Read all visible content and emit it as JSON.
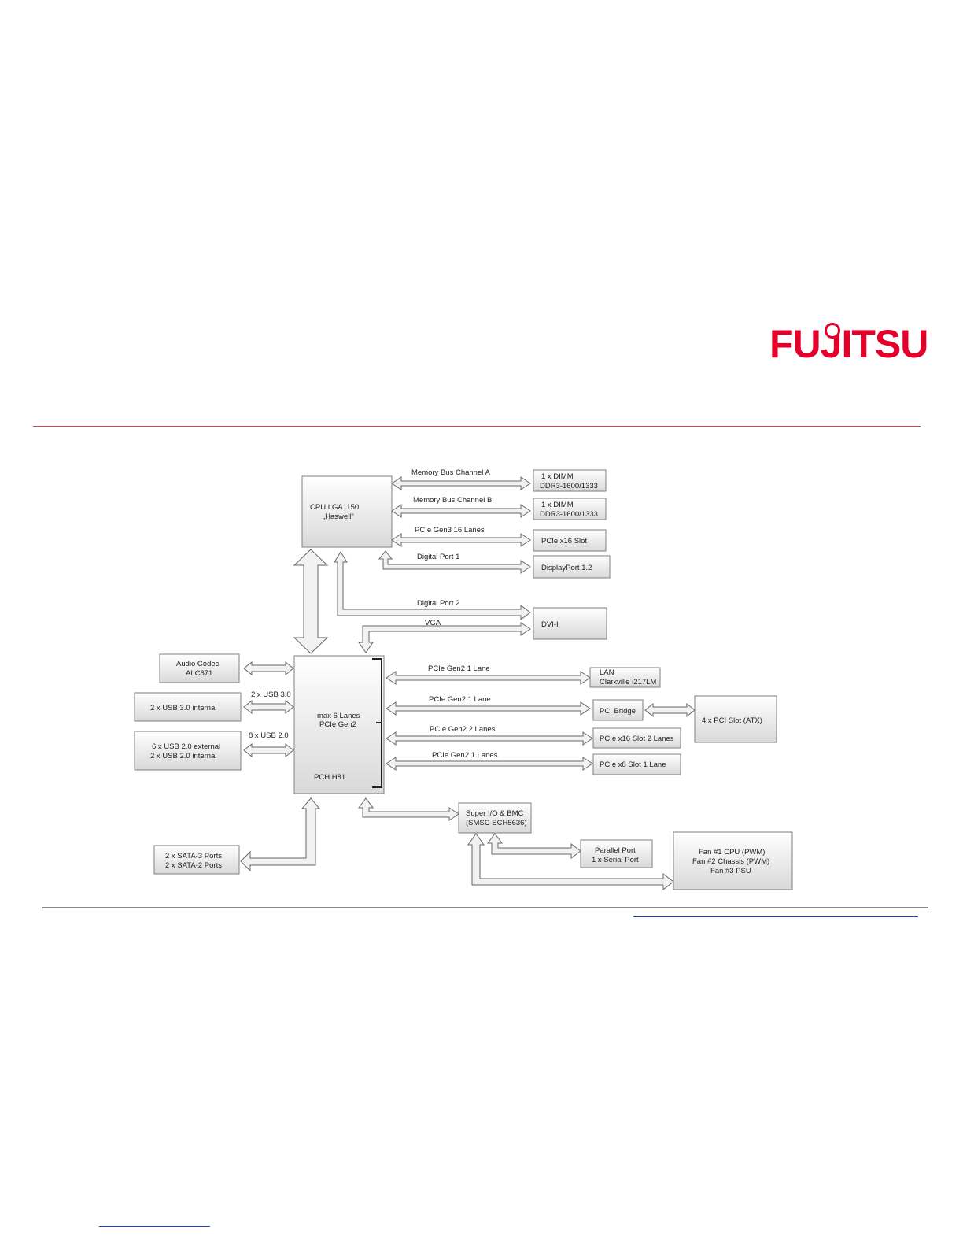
{
  "header": {
    "logo_text": "FUJITSU"
  },
  "colors": {
    "brand_red": "#e4002b",
    "rule_red": "#d94040",
    "rule_grey": "#8a8a8a",
    "link_blue": "#1a3ec8"
  },
  "diagram": {
    "cpu": {
      "line1": "CPU LGA1150",
      "line2": "„Haswell\""
    },
    "dimm_a": {
      "line1": "1 x DIMM",
      "line2": "DDR3-1600/1333"
    },
    "dimm_b": {
      "line1": "1 x DIMM",
      "line2": "DDR3-1600/1333"
    },
    "pcie_x16_slot": "PCIe x16 Slot",
    "displayport": "DisplayPort 1.2",
    "dvi": "DVI-I",
    "audio": {
      "line1": "Audio Codec",
      "line2": "ALC671"
    },
    "usb3": "2 x  USB 3.0 internal",
    "usb2": {
      "line1": "6 x USB 2.0 external",
      "line2": "2 x  USB 2.0 internal"
    },
    "sata": {
      "line1": "2 x SATA-3  Ports",
      "line2": "2 x SATA-2  Ports"
    },
    "pch": {
      "lanes1": "max 6 Lanes",
      "lanes2": "PCIe Gen2",
      "name": "PCH H81"
    },
    "lan": {
      "line1": "LAN",
      "line2": "Clarkville i217LM"
    },
    "pci_bridge": "PCI Bridge",
    "pci_slots": "4 x PCI Slot (ATX)",
    "pcie_x16_2": "PCIe x16 Slot 2 Lanes",
    "pcie_x8_1": "PCIe x8 Slot 1 Lane",
    "superio": {
      "line1": "Super I/O & BMC",
      "line2": "(SMSC  SCH5636)"
    },
    "parallel": {
      "line1": "Parallel Port",
      "line2": "1 x Serial Port"
    },
    "fans": {
      "line1": "Fan #1 CPU (PWM)",
      "line2": "Fan #2 Chassis (PWM)",
      "line3": "Fan #3 PSU"
    },
    "links": {
      "mem_a": "Memory Bus Channel A",
      "mem_b": "Memory Bus Channel B",
      "pcie_gen3": "PCIe Gen3  16 Lanes",
      "dp1": "Digital Port  1",
      "dp2": "Digital Port 2",
      "vga": "VGA",
      "usb30": "2 x USB 3.0",
      "usb20": "8 x USB 2.0",
      "gen2_lan": "PCIe Gen2  1 Lane",
      "gen2_pci": "PCIe Gen2  1 Lane",
      "gen2_2lanes": "PCIe Gen2  2 Lanes",
      "gen2_1lanes": "PCIe Gen2  1 Lanes"
    }
  }
}
